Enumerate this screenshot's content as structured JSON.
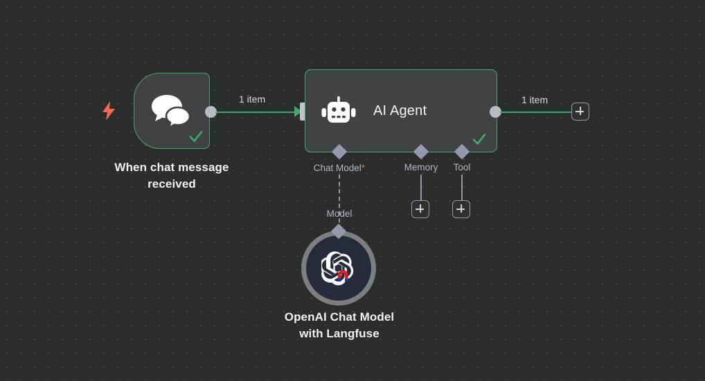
{
  "canvas": {
    "background_color": "#2b2c2c",
    "dot_color": "#4a4b4b",
    "accent_success": "#41a96c",
    "accent_trigger": "#ef6b52",
    "port_color": "#9599ad"
  },
  "nodes": {
    "trigger": {
      "title": "When chat message\nreceived",
      "icon": "chat-bubbles-icon",
      "badge_icon": "lightning-bolt-icon",
      "status_icon": "check-icon"
    },
    "agent": {
      "title": "AI Agent",
      "icon": "robot-icon",
      "status_icon": "check-icon",
      "sub_ports": [
        {
          "label": "Chat Model",
          "required": true,
          "required_marker": "*"
        },
        {
          "label": "Memory",
          "required": false,
          "required_marker": ""
        },
        {
          "label": "Tool",
          "required": false,
          "required_marker": ""
        }
      ]
    },
    "model": {
      "title": "OpenAI Chat Model\nwith Langfuse",
      "icon": "openai-logo-icon",
      "overlay_icon": "magnet-icon",
      "port_label": "Model"
    }
  },
  "connections": {
    "trigger_to_agent_label": "1 item",
    "agent_to_next_label": "1 item"
  },
  "buttons": {
    "add_main_output": "+",
    "add_memory": "+",
    "add_tool": "+"
  }
}
